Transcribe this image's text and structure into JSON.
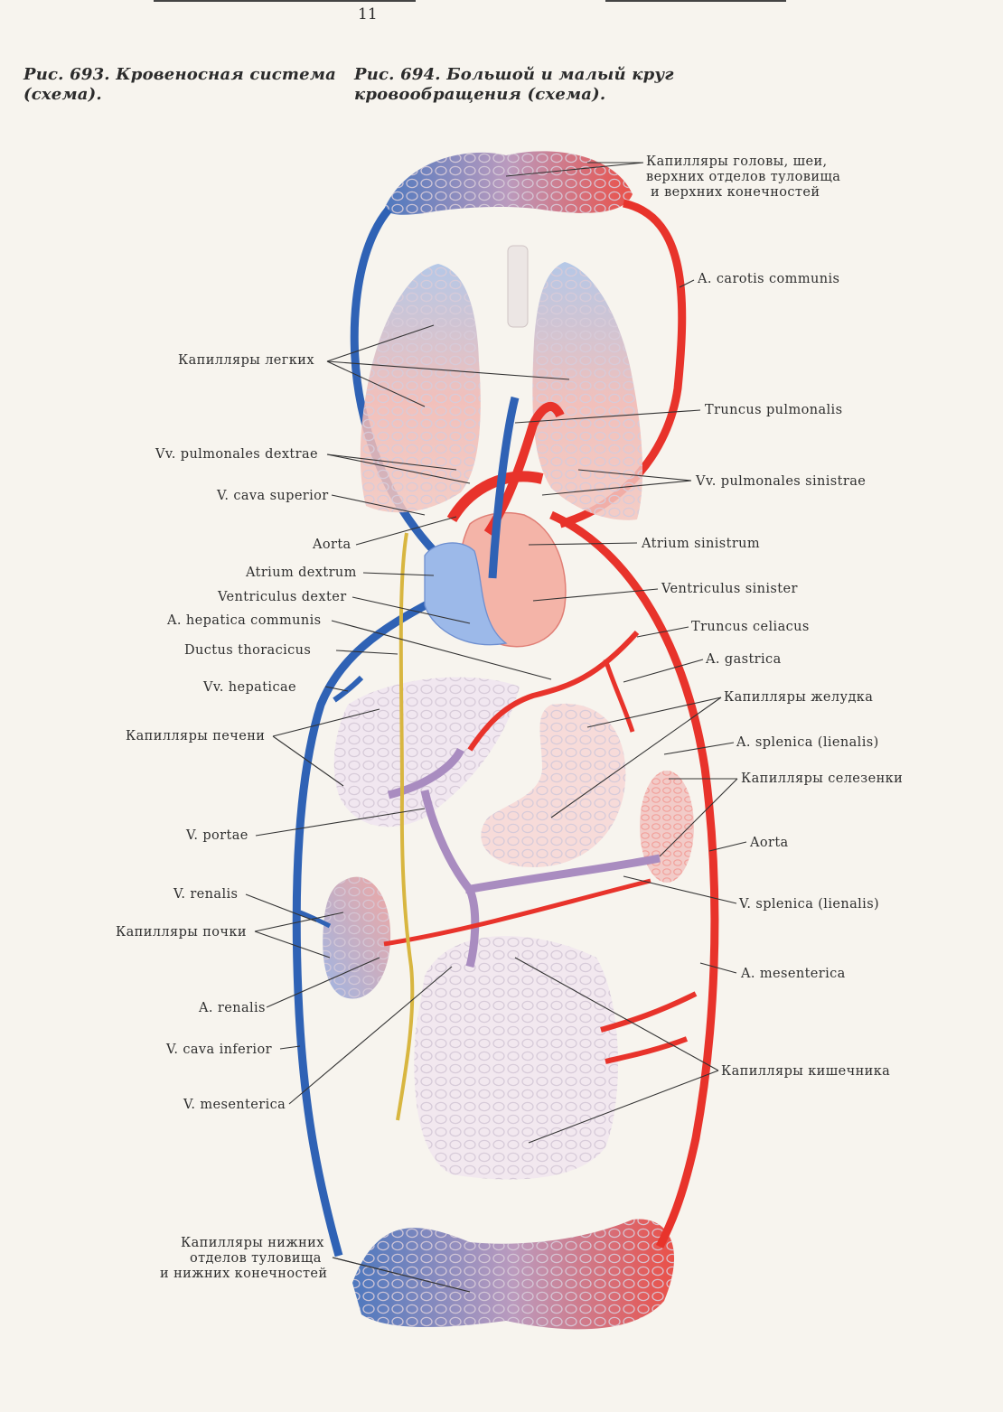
{
  "page": {
    "number": "11"
  },
  "captions": {
    "fig693": "Рис. 693. Кровеносная система\n(схема).",
    "fig694": "Рис. 694. Большой и малый круг\nкровообращения (схема)."
  },
  "colors": {
    "arterial": "#e8332b",
    "venous": "#2f62b5",
    "portal": "#a98cc0",
    "lymph": "#d8b640",
    "organ": "#ece9ee"
  },
  "labels": {
    "cap_head": [
      "Капилляры головы, шеи,",
      "верхних отделов туловища",
      "и верхних конечностей"
    ],
    "carotis": "A. carotis communis",
    "cap_lungs": "Капилляры легких",
    "truncus_pulm": "Truncus pulmonalis",
    "vv_pulm_dex": "Vv. pulmonales dextrae",
    "vv_pulm_sin": "Vv. pulmonales sinistrae",
    "cava_sup": "V. cava superior",
    "aorta_top": "Aorta",
    "atrium_sin": "Atrium sinistrum",
    "atrium_dex": "Atrium dextrum",
    "ventr_dex": "Ventriculus dexter",
    "ventr_sin": "Ventriculus sinister",
    "hepatica": "A. hepatica communis",
    "celiacus": "Truncus celiacus",
    "ductus": "Ductus thoracicus",
    "gastrica": "A. gastrica",
    "vv_hepaticae": "Vv. hepaticae",
    "cap_stomach": "Капилляры желудка",
    "cap_liver": "Капилляры печени",
    "splenica_a": "A. splenica (lienalis)",
    "cap_spleen": "Капилляры селезенки",
    "portae": "V. portae",
    "aorta_bottom": "Aorta",
    "renalis_v": "V. renalis",
    "splenica_v": "V. splenica (lienalis)",
    "cap_kidney": "Капилляры почки",
    "mesenterica_a": "A. mesenterica",
    "renalis_a": "A. renalis",
    "cava_inf": "V. cava inferior",
    "cap_intestine": "Капилляры кишечника",
    "mesenterica_v": "V. mesenterica",
    "cap_lower": [
      "Капилляры нижних",
      "отделов туловища",
      "и нижних конечностей"
    ]
  }
}
